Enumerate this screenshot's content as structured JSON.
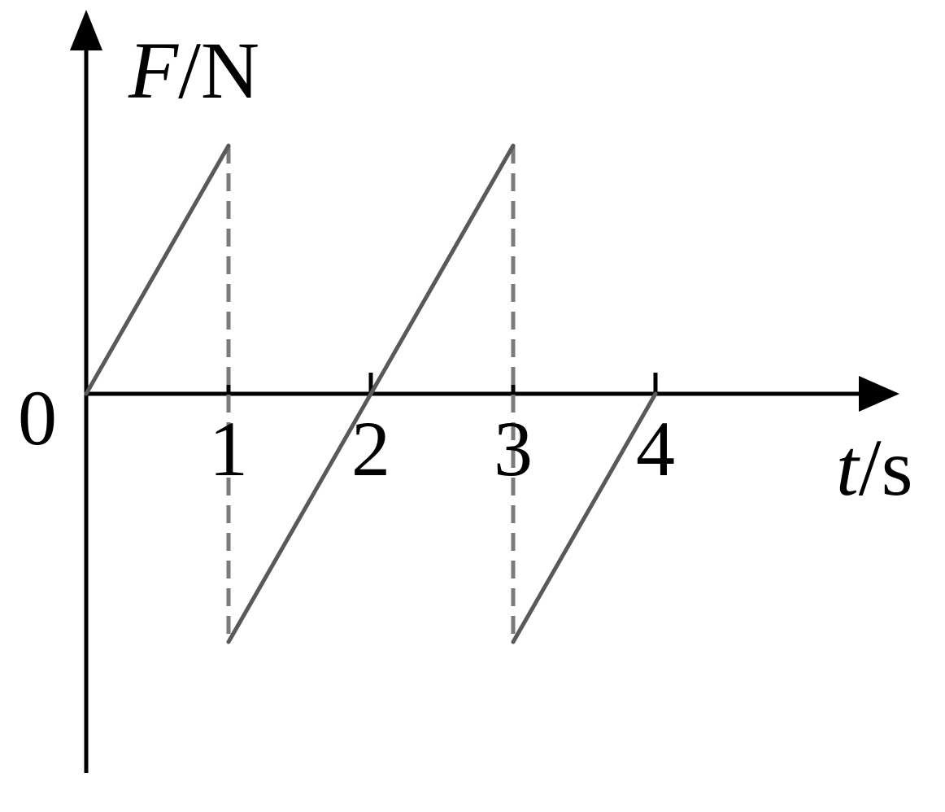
{
  "chart_data": {
    "type": "line",
    "xlabel": {
      "symbol": "t",
      "unit": "/s"
    },
    "ylabel": {
      "symbol": "F",
      "unit": "/N"
    },
    "origin_label": "0",
    "x_ticks": [
      "1",
      "2",
      "3",
      "4"
    ],
    "xlim": [
      0,
      5.6
    ],
    "ylim": [
      -1.52,
      1.52
    ],
    "grid": false,
    "series": [
      {
        "x": [
          0,
          1
        ],
        "y": [
          0,
          1
        ]
      },
      {
        "x": [
          1,
          3
        ],
        "y": [
          -1,
          1
        ]
      },
      {
        "x": [
          3,
          4
        ],
        "y": [
          -1,
          0
        ]
      }
    ],
    "dashed_guides": [
      {
        "x": 1,
        "y": [
          -1,
          1
        ]
      },
      {
        "x": 3,
        "y": [
          -1,
          1
        ]
      }
    ]
  }
}
